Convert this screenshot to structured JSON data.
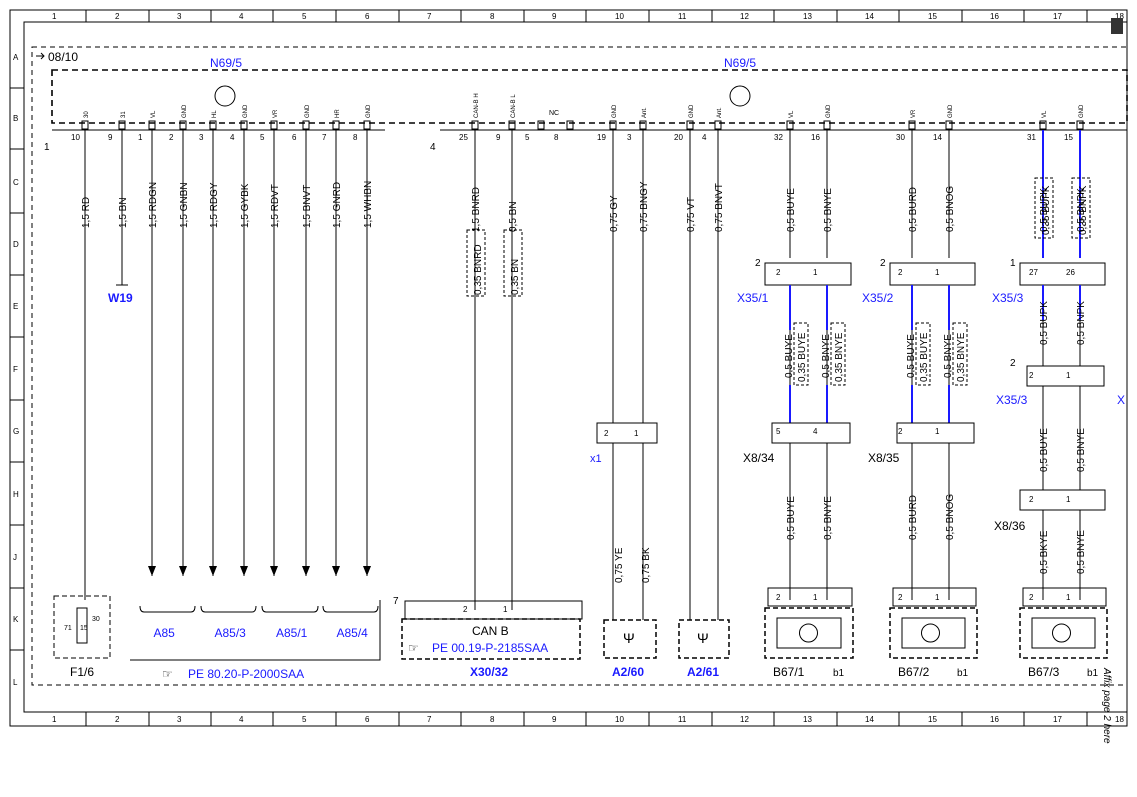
{
  "colors": {
    "wire_blue": "#1a1aff",
    "ink": "#000000",
    "label_blue": "#1a1aff"
  },
  "grid": {
    "cols": [
      "1",
      "2",
      "3",
      "4",
      "5",
      "6",
      "7",
      "8",
      "9",
      "10",
      "11",
      "12",
      "13",
      "14",
      "15",
      "16",
      "17",
      "18"
    ],
    "rows": [
      "A",
      "B",
      "C",
      "D",
      "E",
      "F",
      "G",
      "H",
      "J",
      "K",
      "L"
    ]
  },
  "header": {
    "date_ref": "08/10",
    "module_left": "N69/5",
    "module_right": "N69/5"
  },
  "left_connector": {
    "number": "1",
    "pins": [
      {
        "name": "30",
        "num": "10",
        "wire": "1,5 RD"
      },
      {
        "name": "31",
        "num": "9",
        "wire": "1,5 BN"
      },
      {
        "name": "VL",
        "num": "1",
        "wire": "1,5 RDGN"
      },
      {
        "name": "GND",
        "num": "2",
        "wire": "1,5 GNBN"
      },
      {
        "name": "HL",
        "num": "3",
        "wire": "1,5 RDGY"
      },
      {
        "name": "GND",
        "num": "4",
        "wire": "1,5 GYBK"
      },
      {
        "name": "VR",
        "num": "5",
        "wire": "1,5 RDVT"
      },
      {
        "name": "GND",
        "num": "6",
        "wire": "1,5 BNVT"
      },
      {
        "name": "HR",
        "num": "7",
        "wire": "1,5 GNRD"
      },
      {
        "name": "GND",
        "num": "8",
        "wire": "1,5 WHBN"
      }
    ]
  },
  "right_connector": {
    "number": "4",
    "pins": [
      {
        "name": "CAN-B H",
        "num": "25",
        "wire": "1,5 BNRD",
        "wire2": "0,35 BNRD"
      },
      {
        "name": "CAN-B L",
        "num": "9",
        "wire": "0,5 BN",
        "wire2": "0,35 BN"
      },
      {
        "name": "",
        "num": "5",
        "wire": ""
      },
      {
        "name": "",
        "num": "8",
        "wire": ""
      },
      {
        "name": "GND",
        "num": "19",
        "wire": "0,75 GY"
      },
      {
        "name": "Ant.",
        "num": "3",
        "wire": "0,75 BNGY"
      },
      {
        "name": "GND",
        "num": "20",
        "wire": "0,75 VT"
      },
      {
        "name": "Ant.",
        "num": "4",
        "wire": "0,75 BNVT"
      },
      {
        "name": "VL",
        "num": "32",
        "wire": "0,5 BUYE"
      },
      {
        "name": "GND",
        "num": "16",
        "wire": "0,5 BNYE"
      },
      {
        "name": "VR",
        "num": "30",
        "wire": "0,5 BURD"
      },
      {
        "name": "GND",
        "num": "14",
        "wire": "0,5 BNOG"
      },
      {
        "name": "VL",
        "num": "31",
        "wire": "0,5 BUPK",
        "wire2": "0,35 BUPK"
      },
      {
        "name": "GND",
        "num": "15",
        "wire": "0,5 BNPK",
        "wire2": "0,35 BNPK"
      }
    ],
    "nc_label": "NC"
  },
  "ground": {
    "label": "W19"
  },
  "fuse": {
    "label": "F1/6",
    "pin_a": "71",
    "pin_b": "30",
    "value": "15"
  },
  "destinations": [
    {
      "label": "A85"
    },
    {
      "label": "A85/3"
    },
    {
      "label": "A85/1"
    },
    {
      "label": "A85/4"
    }
  ],
  "ref_left": "PE 80.20-P-2000SAA",
  "can_block": {
    "label": "CAN B",
    "ref": "PE 00.19-P-2185SAA",
    "connector": "X30/32",
    "number": "7",
    "pin_h": "2",
    "pin_l": "1"
  },
  "x1": {
    "label": "x1",
    "pin_a": "2",
    "pin_b": "1",
    "wire_a": "0,75 YE",
    "wire_b": "0,75 BK"
  },
  "antennas": [
    {
      "label": "A2/60"
    },
    {
      "label": "A2/61"
    }
  ],
  "sensor_columns": [
    {
      "conn1": "X35/1",
      "conn1_num": "2",
      "conn1_pins": [
        "2",
        "1"
      ],
      "wires_mid": [
        "0,5 BUYE",
        "0,35 BUYE",
        "0,5 BNYE",
        "0,35 BNYE"
      ],
      "conn2": "X8/34",
      "conn2_pins": [
        "5",
        "4"
      ],
      "wires_low": [
        "0,5 BUYE",
        "0,5 BNYE"
      ],
      "sensor": "B67/1",
      "sensor_tag": "b1",
      "sensor_pins": [
        "2",
        "1"
      ]
    },
    {
      "conn1": "X35/2",
      "conn1_num": "2",
      "conn1_pins": [
        "2",
        "1"
      ],
      "wires_mid": [
        "0,5 BUYE",
        "0,35 BUYE",
        "0,5 BNYE",
        "0,35 BNYE"
      ],
      "conn2": "X8/35",
      "conn2_pins": [
        "2",
        "1"
      ],
      "wires_low": [
        "0,5 BURD",
        "0,5 BNOG"
      ],
      "sensor": "B67/2",
      "sensor_tag": "b1",
      "sensor_pins": [
        "2",
        "1"
      ]
    },
    {
      "conn1": "X35/3",
      "conn1_num": "1",
      "conn1_pins": [
        "27",
        "26"
      ],
      "wires_mid": [
        "0,5 BUPK",
        "0,5 BNPK"
      ],
      "conn2": "X35/3",
      "conn2_num": "2",
      "conn2_pins": [
        "2",
        "1"
      ],
      "wires_low": [
        "0,5 BUYE",
        "0,5 BNYE"
      ],
      "conn3": "X8/36",
      "conn3_pins": [
        "2",
        "1"
      ],
      "wires_low2": [
        "0,5 BKYE",
        "0,5 BNYE"
      ],
      "sensor": "B67/3",
      "sensor_tag": "b1",
      "sensor_pins": [
        "2",
        "1"
      ]
    }
  ],
  "edge_x": "X",
  "affix_note": "Affix page 2 here"
}
